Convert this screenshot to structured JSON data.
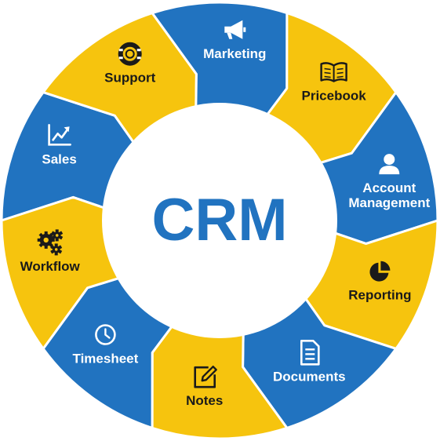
{
  "center": {
    "title": "CRM"
  },
  "colors": {
    "blue": "#2173C0",
    "yellow": "#F6C40E",
    "center_text": "#2173C0",
    "on_blue": "#ffffff",
    "on_yellow": "#1a1a1a"
  },
  "segments": [
    {
      "label": [
        "Sales"
      ],
      "color": "blue",
      "icon": "chart-line-icon"
    },
    {
      "label": [
        "Support"
      ],
      "color": "yellow",
      "icon": "lifebuoy-icon"
    },
    {
      "label": [
        "Marketing"
      ],
      "color": "blue",
      "icon": "megaphone-icon"
    },
    {
      "label": [
        "Pricebook"
      ],
      "color": "yellow",
      "icon": "open-book-icon"
    },
    {
      "label": [
        "Account",
        "Management"
      ],
      "color": "blue",
      "icon": "user-icon"
    },
    {
      "label": [
        "Reporting"
      ],
      "color": "yellow",
      "icon": "pie-chart-icon"
    },
    {
      "label": [
        "Documents"
      ],
      "color": "blue",
      "icon": "document-icon"
    },
    {
      "label": [
        "Notes"
      ],
      "color": "yellow",
      "icon": "edit-note-icon"
    },
    {
      "label": [
        "Timesheet"
      ],
      "color": "blue",
      "icon": "clock-icon"
    },
    {
      "label": [
        "Workflow"
      ],
      "color": "yellow",
      "icon": "gears-icon"
    }
  ]
}
